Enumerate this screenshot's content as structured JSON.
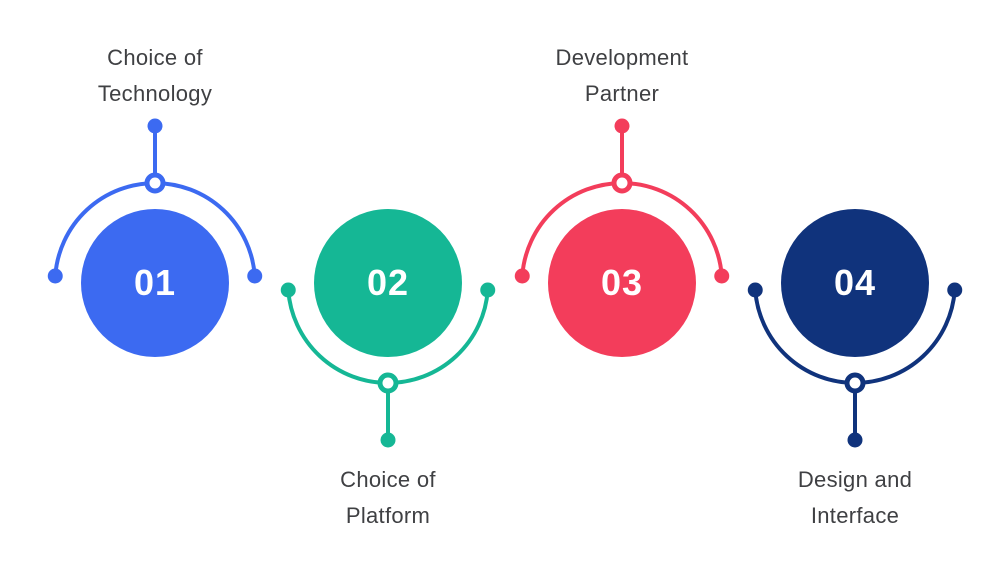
{
  "diagram": {
    "background_color": "#ffffff",
    "label_text_color": "#3f4043",
    "number_text_color": "#ffffff",
    "steps": [
      {
        "number": "01",
        "label_line1": "Choice of",
        "label_line2": "Technology",
        "color": "#3c6af1",
        "label_position": "top"
      },
      {
        "number": "02",
        "label_line1": "Choice of",
        "label_line2": "Platform",
        "color": "#15b795",
        "label_position": "bottom"
      },
      {
        "number": "03",
        "label_line1": "Development",
        "label_line2": "Partner",
        "color": "#f33d5b",
        "label_position": "top"
      },
      {
        "number": "04",
        "label_line1": "Design and",
        "label_line2": "Interface",
        "color": "#10337c",
        "label_position": "bottom"
      }
    ]
  }
}
